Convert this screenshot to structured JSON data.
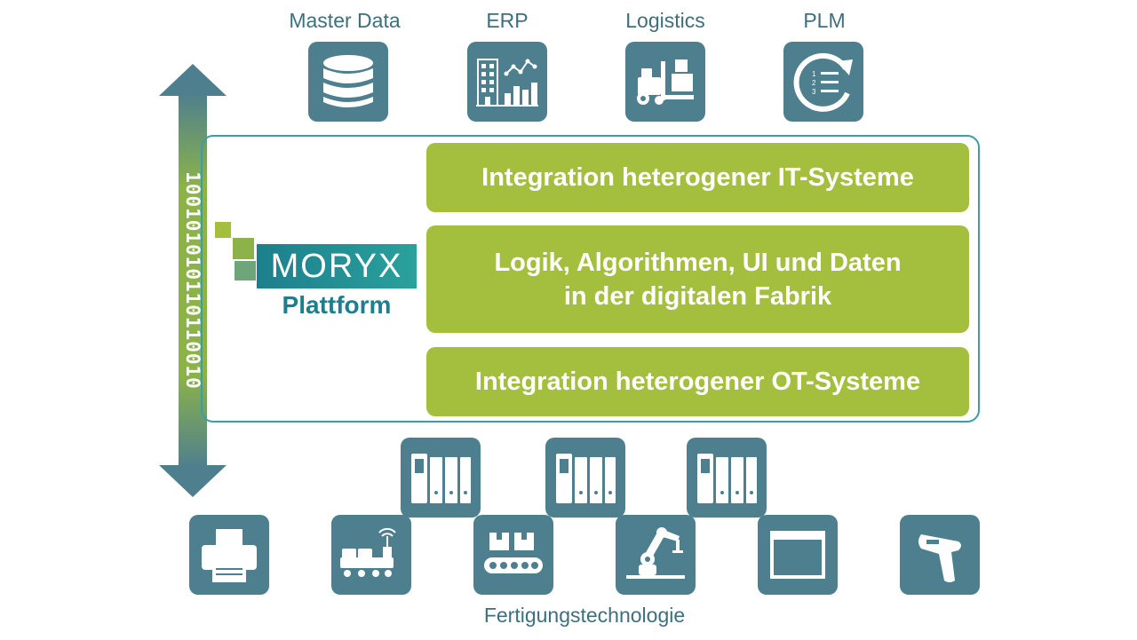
{
  "top_systems": [
    {
      "label": "Master Data",
      "icon": "database-icon"
    },
    {
      "label": "ERP",
      "icon": "building-chart-icon"
    },
    {
      "label": "Logistics",
      "icon": "forklift-icon"
    },
    {
      "label": "PLM",
      "icon": "cycle-list-icon"
    }
  ],
  "binary_text": "100101010110110010",
  "logo": {
    "brand": "MORYX",
    "subtitle": "Plattform"
  },
  "layers": [
    {
      "text": "Integration heterogener IT-Systeme"
    },
    {
      "text": "Logik, Algorithmen, UI und Daten\nin der digitalen Fabrik"
    },
    {
      "text": "Integration heterogener OT-Systeme"
    }
  ],
  "controllers": [
    "plc-icon",
    "plc-icon",
    "plc-icon"
  ],
  "devices": [
    "printer-icon",
    "iot-vehicle-icon",
    "conveyor-icon",
    "robot-arm-icon",
    "window-icon",
    "scanner-icon"
  ],
  "bottom_label": "Fertigungstechnologie",
  "colors": {
    "tile": "#4e7f8e",
    "green": "#a4bf3d",
    "teal_border": "#3a9ea8",
    "label_text": "#3d6f7d"
  }
}
